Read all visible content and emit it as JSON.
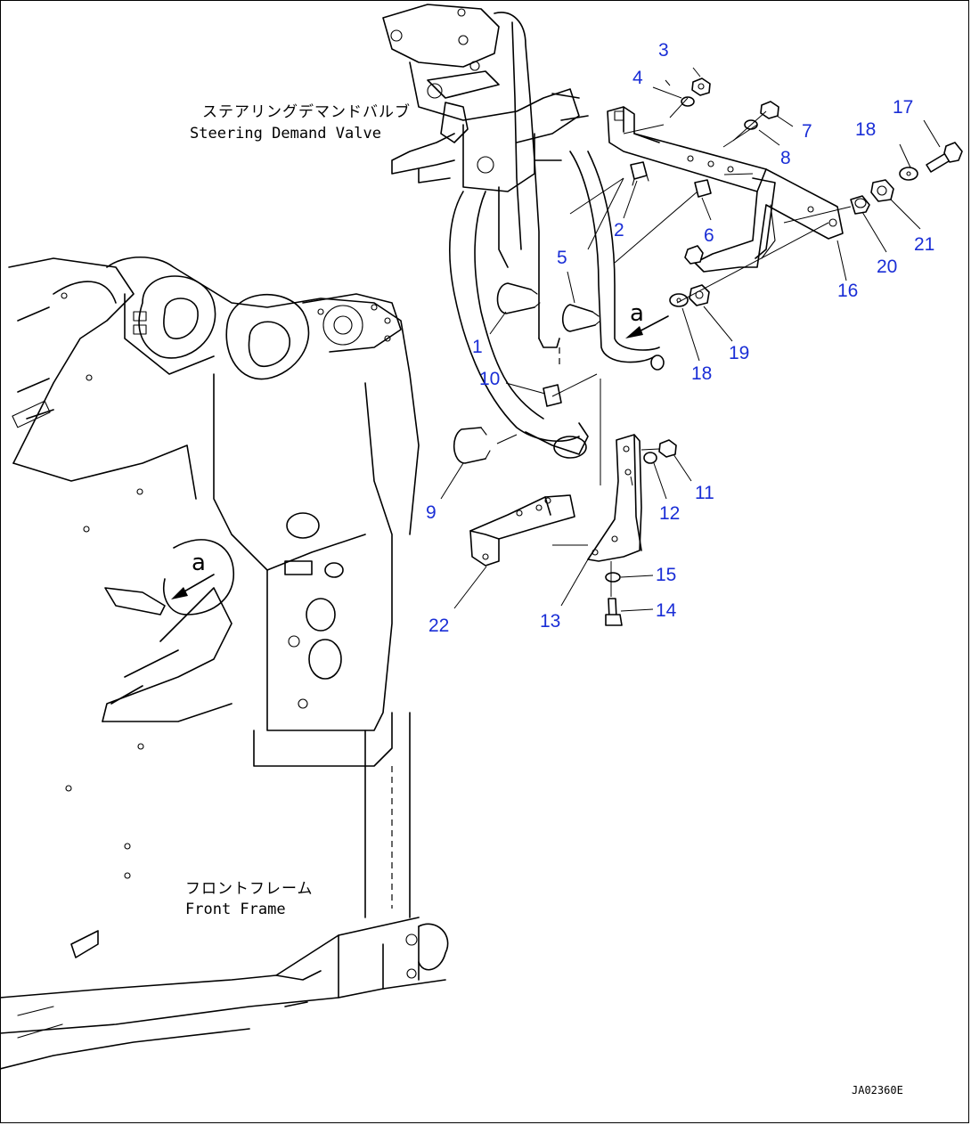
{
  "labels": {
    "steering_jp": "ステアリングデマンドバルブ",
    "steering_en": "Steering Demand Valve",
    "frame_jp": "フロントフレーム",
    "frame_en": "Front Frame",
    "view_a_1": "a",
    "view_a_2": "a",
    "drawing_code": "JA02360E"
  },
  "callouts": [
    "1",
    "2",
    "3",
    "4",
    "5",
    "6",
    "7",
    "8",
    "18",
    "17",
    "9",
    "10",
    "11",
    "12",
    "13",
    "14",
    "15",
    "16",
    "18",
    "19",
    "20",
    "21",
    "22"
  ],
  "colors": {
    "callout": "#1a2ed6",
    "line": "#000000"
  }
}
